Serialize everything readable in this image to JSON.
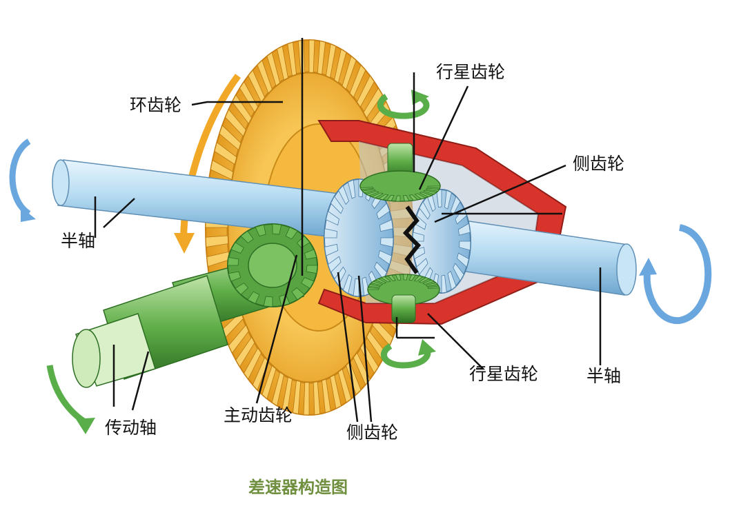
{
  "labels": {
    "ring_gear": "环齿轮",
    "planet_gear_top": "行星齿轮",
    "side_gear_right": "侧齿轮",
    "half_shaft_left": "半轴",
    "half_shaft_right": "半轴",
    "planet_gear_bottom": "行星齿轮",
    "drive_shaft": "传动轴",
    "pinion_gear": "主动齿轮",
    "side_gear_bottom": "侧齿轮"
  },
  "caption": "差速器构造图",
  "colors": {
    "shaft_blue": "#a9d3ee",
    "ring_gear_yellow": "#f2b13a",
    "housing_red": "#d9342b",
    "pinion_green": "#4f9a3c",
    "rotation_arrow_blue": "#6aa7de",
    "rotation_arrow_green": "#5aae4a",
    "caption_green": "#6f8f3f"
  }
}
